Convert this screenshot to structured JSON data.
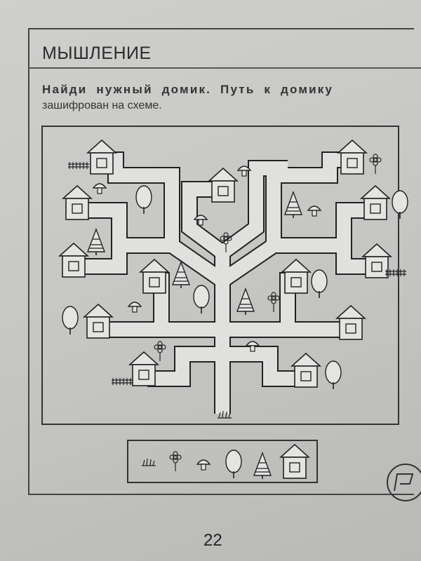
{
  "section_title": "МЫШЛЕНИЕ",
  "instruction": {
    "line1": "Найди нужный домик. Путь к домику",
    "line2": "зашифрован на схеме."
  },
  "legend_icons": [
    "grass-icon",
    "flower-icon",
    "mushroom-icon",
    "tree-icon",
    "fir-tree-icon",
    "house-icon"
  ],
  "page_number": "22"
}
